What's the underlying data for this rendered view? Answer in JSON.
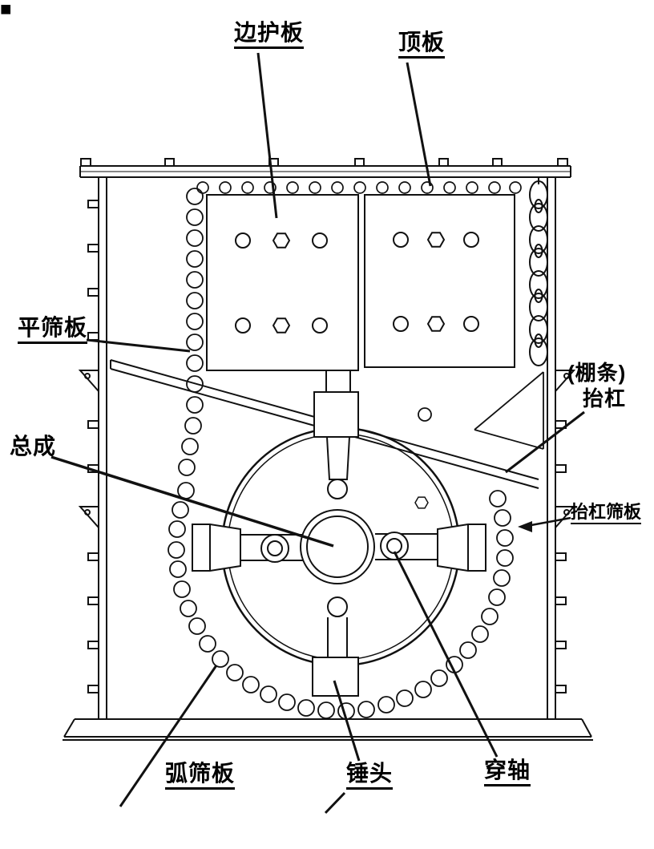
{
  "diagram": {
    "type": "technical-line-drawing",
    "subject": "crusher cross-section with labeled parts",
    "colors": {
      "line": "#111111",
      "background": "#ffffff",
      "text": "#000000"
    },
    "labels": {
      "side_guard_plate": "边护板",
      "top_plate": "顶板",
      "flat_screen_plate": "平筛板",
      "assembly": "总成",
      "grate_bars": "(棚条)",
      "lifting_bar": "抬杠",
      "lifting_bar_screen_plate": "抬杠筛板",
      "arc_screen_plate": "弧筛板",
      "hammer_head": "锤头",
      "through_shaft": "穿轴"
    },
    "icons": {
      "assembly_marker": "■"
    }
  }
}
